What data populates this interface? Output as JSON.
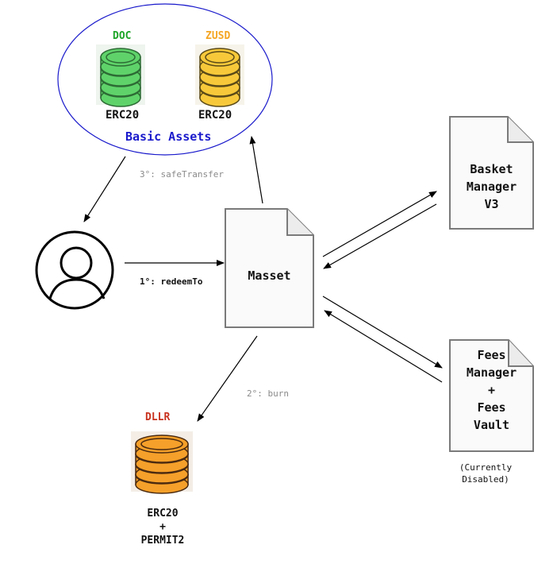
{
  "basic_assets": {
    "group_label": "Basic Assets",
    "group_color": "#1a1acc",
    "tokens": [
      {
        "name": "DOC",
        "name_color": "#1fa52a",
        "standard": "ERC20",
        "coin_color": "#5fd36a",
        "coin_edge": "#2d6b35",
        "icon": "green-coin-stack-icon"
      },
      {
        "name": "ZUSD",
        "name_color": "#f5a623",
        "standard": "ERC20",
        "coin_color": "#f7c93a",
        "coin_edge": "#5a4a18",
        "icon": "yellow-coin-stack-icon"
      }
    ]
  },
  "masset": {
    "label": "Masset"
  },
  "basket_manager": {
    "lines": [
      "Basket",
      "Manager",
      "V3"
    ]
  },
  "fees": {
    "lines": [
      "Fees",
      "Manager",
      "+",
      "Fees",
      "Vault"
    ],
    "note_lines": [
      "(Currently",
      "Disabled)"
    ]
  },
  "dllr": {
    "name": "DLLR",
    "name_color": "#c8321e",
    "standard_lines": [
      "ERC20",
      "+",
      "PERMIT2"
    ],
    "coin_color": "#f5a02a",
    "coin_edge": "#4a2a10"
  },
  "user": {
    "icon": "user-avatar-icon"
  },
  "steps": {
    "redeem": "1°: redeemTo",
    "burn": "2°: burn",
    "transfer": "3°: safeTransfer"
  }
}
